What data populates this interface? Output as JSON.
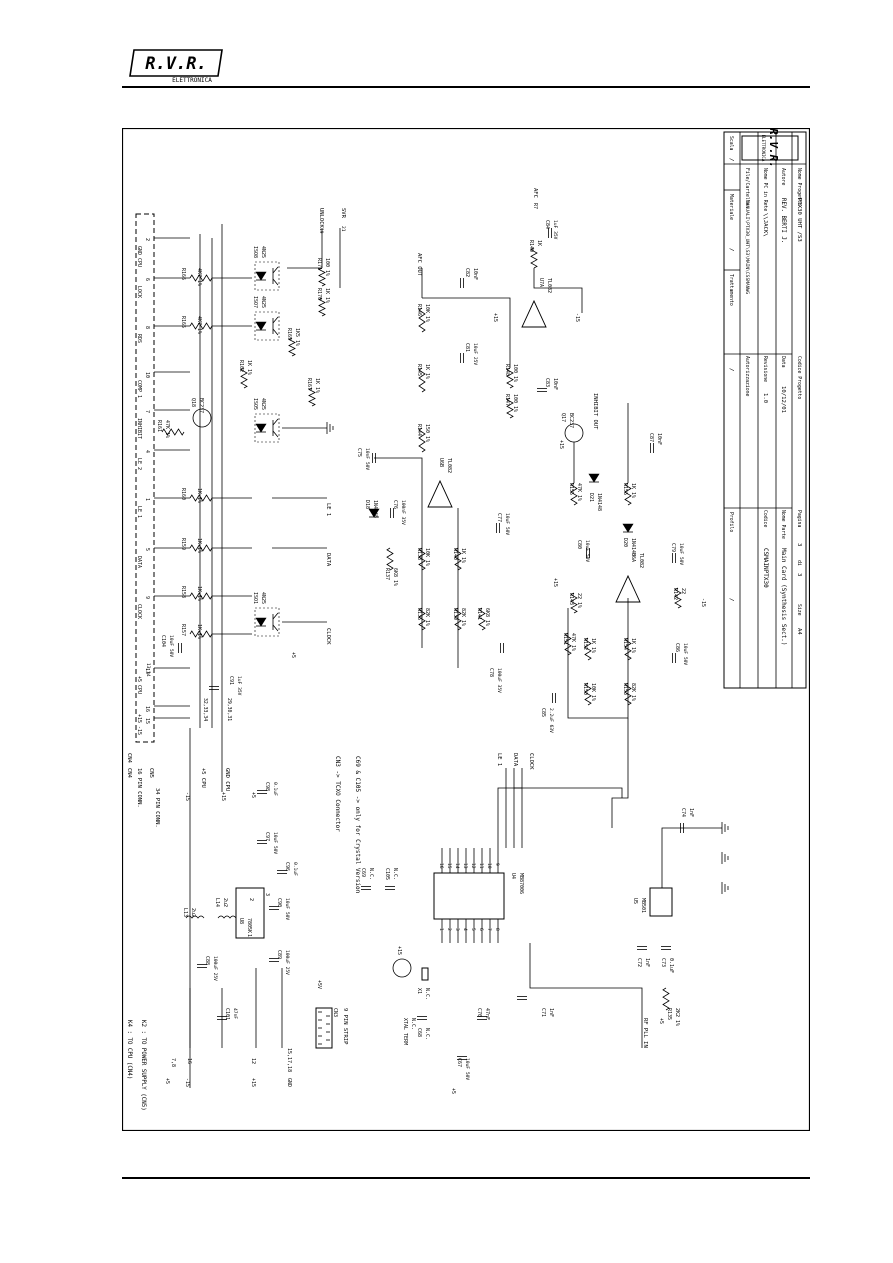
{
  "header": {
    "brand": "R.V.R.",
    "brand_sub": "ELETTRONICA"
  },
  "title_block": {
    "brand": "R.V.R.",
    "brand_sub": "ELETTRONICA",
    "project_label": "Nome Progetto",
    "project": "PTX30 UHT /S3",
    "code_project_label": "Codice Progetto",
    "page_label": "Pagina",
    "page": "3",
    "of_label": "di",
    "page_total": "3",
    "size_label": "Size",
    "size": "A4",
    "author_label": "Autore",
    "author": "REV. BERTI J.",
    "date_label": "Data",
    "date": "10/12/01",
    "part_name_label": "Nome Parte",
    "part_name": "Main Card (Synthesis Sect.)",
    "pc_name_label": "Nome PC in Rete",
    "pc_name": "\\\\JACK\\",
    "revision_label": "Revisione",
    "revision": "1.0",
    "file_label": "File/Cartella",
    "file": "MANUALI\\PTX30_UHT\\S3\\MAIN\\CSSMANWG",
    "authorization_label": "Autorizzazione",
    "code_label": "Codice",
    "code": "CSMAINPTX30",
    "scale_label": "Scala",
    "scale": "/",
    "material_label": "Materiale",
    "material": "/",
    "treatment_label": "Trattamento",
    "treatment": "/",
    "profile_label": "Profilo",
    "profile": "/"
  },
  "connector_top": {
    "name": "CN4",
    "title": "16 PIN CONN.",
    "pins": [
      {
        "num": "15",
        "sig": "-15"
      },
      {
        "num": "16",
        "sig": "+15"
      },
      {
        "num": "13",
        "sig": "+5 CPU"
      },
      {
        "num": "9",
        "sig": "CLOCK"
      },
      {
        "num": "5",
        "sig": "DATA"
      },
      {
        "num": "1",
        "sig": "LE 1"
      },
      {
        "num": "4",
        "sig": "LE 2"
      },
      {
        "num": "7",
        "sig": "INHIBIT"
      },
      {
        "num": "10",
        "sig": "COMP 1"
      },
      {
        "num": "8",
        "sig": "RDS"
      },
      {
        "num": "6",
        "sig": "LOCK"
      },
      {
        "num": "2",
        "sig": "GND CPU"
      }
    ],
    "pin_range_a": "1..12",
    "pin_range_b": "13,14"
  },
  "connector_cn5": {
    "name": "CN5",
    "title": "34 PIN CONN.",
    "note1": "K4 : TO CPU (CN4)",
    "note2": "K2 : TO POWER SUPPLY (CN5)",
    "pins_5cpu": "32,33,34",
    "pins_gnd_cpu": "29,30,31",
    "pins_gnd": "15,17,18",
    "pin_78": "7,8",
    "pin_16": "16",
    "pin_12": "12"
  },
  "notes": {
    "cn3": "CN3 -> TCXO Connector",
    "c69": "C69 & C105 -> only for Crystal Version"
  },
  "net_labels": {
    "afc_out": "AFC OUT",
    "afc": "AFC",
    "inhibit_out": "INHIBIT OUT",
    "unlock": "UNLOCK",
    "svr": "SVR",
    "le1": "LE 1",
    "data": "DATA",
    "clock": "CLOCK",
    "rf_pll_in": "RF PLL IN",
    "plus5v": "+5V",
    "plus5": "+5",
    "plus15": "+15",
    "minus15": "-15",
    "plus5cpu": "+5 CPU",
    "gndcpu": "GND CPU",
    "gnd": "GND",
    "xtal_term": "XTAL TERM",
    "strip": "9 PIN STRIP",
    "nc": "N.C."
  },
  "components": {
    "resistors": [
      {
        "ref": "R166",
        "val": "4K7 1%"
      },
      {
        "ref": "R165",
        "val": "4K7 1%"
      },
      {
        "ref": "R162",
        "val": "1K 1%"
      },
      {
        "ref": "R161",
        "val": "47K 1%"
      },
      {
        "ref": "R160",
        "val": "1K 1%"
      },
      {
        "ref": "R159",
        "val": "1K 1%"
      },
      {
        "ref": "R158",
        "val": "1K 1%"
      },
      {
        "ref": "R157",
        "val": "1K 1%"
      },
      {
        "ref": "R171",
        "val": "100 1%"
      },
      {
        "ref": "R170",
        "val": "1K 1%"
      },
      {
        "ref": "R169",
        "val": "1K5 1%"
      },
      {
        "ref": "R167",
        "val": "1K 1%"
      },
      {
        "ref": "R146",
        "val": "10K 1%"
      },
      {
        "ref": "R145",
        "val": "1K 1%"
      },
      {
        "ref": "R144",
        "val": "150 1%"
      },
      {
        "ref": "R148",
        "val": "100 1%"
      },
      {
        "ref": "R147",
        "val": "100 1%"
      },
      {
        "ref": "R149",
        "val": "1K"
      },
      {
        "ref": "R155",
        "val": "47K 1%"
      },
      {
        "ref": "R156",
        "val": "1K 1%"
      },
      {
        "ref": "R137",
        "val": "6K8 1%"
      },
      {
        "ref": "R138",
        "val": "10K 1%"
      },
      {
        "ref": "R140",
        "val": "1K 1%"
      },
      {
        "ref": "R136",
        "val": "82K 1%"
      },
      {
        "ref": "R139",
        "val": "82K 1%"
      },
      {
        "ref": "R141",
        "val": "6K8 1%"
      },
      {
        "ref": "R143",
        "val": "22 1%"
      },
      {
        "ref": "R142",
        "val": "22"
      },
      {
        "ref": "R151",
        "val": "47K 1%"
      },
      {
        "ref": "R152",
        "val": "1K 1%"
      },
      {
        "ref": "R150",
        "val": "10K 1%"
      },
      {
        "ref": "R154",
        "val": "1K 1%"
      },
      {
        "ref": "R153",
        "val": "82K 1%"
      },
      {
        "ref": "R135",
        "val": "2K2 1%"
      }
    ],
    "capacitors": [
      {
        "ref": "C104",
        "val": "10uF 50V"
      },
      {
        "ref": "C91",
        "val": "1uF 35V"
      },
      {
        "ref": "C75",
        "val": "10nF 50V"
      },
      {
        "ref": "C76",
        "val": "100nF 35V"
      },
      {
        "ref": "C82",
        "val": "10nF"
      },
      {
        "ref": "C81",
        "val": "10uF 25V"
      },
      {
        "ref": "C83",
        "val": "10nF"
      },
      {
        "ref": "C84",
        "val": "1uF 35V"
      },
      {
        "ref": "C87",
        "val": "10nF"
      },
      {
        "ref": "C77",
        "val": "10uF 50V"
      },
      {
        "ref": "C78",
        "val": "100uF 35V"
      },
      {
        "ref": "C80",
        "val": "10uF 50V"
      },
      {
        "ref": "C79",
        "val": "10uF 50V"
      },
      {
        "ref": "C85",
        "val": "2.2uF 63V"
      },
      {
        "ref": "C86",
        "val": "10uF 50V"
      },
      {
        "ref": "C98",
        "val": "0.1uF"
      },
      {
        "ref": "C97",
        "val": "10uF 50V"
      },
      {
        "ref": "C96",
        "val": "0.1uF"
      },
      {
        "ref": "C90",
        "val": "10uF 50V"
      },
      {
        "ref": "C89",
        "val": "100uF 25V"
      },
      {
        "ref": "C88",
        "val": "100uF 25V"
      },
      {
        "ref": "C101",
        "val": "47nF"
      },
      {
        "ref": "C69",
        "val": "N.C."
      },
      {
        "ref": "C105",
        "val": "N.C."
      },
      {
        "ref": "C68",
        "val": "N.C."
      },
      {
        "ref": "C67",
        "val": "10uF 50V"
      },
      {
        "ref": "C70",
        "val": "47nF"
      },
      {
        "ref": "C71",
        "val": "1nF"
      },
      {
        "ref": "C72",
        "val": "1nF"
      },
      {
        "ref": "C73",
        "val": "0.1uF"
      },
      {
        "ref": "C74",
        "val": "1nF"
      }
    ],
    "inductors": [
      {
        "ref": "L13",
        "val": "2u2"
      },
      {
        "ref": "L14",
        "val": "2u2"
      }
    ],
    "semis": [
      {
        "ref": "ISO8",
        "val": "4N25"
      },
      {
        "ref": "ISO7",
        "val": "4N25"
      },
      {
        "ref": "ISO5",
        "val": "4N25"
      },
      {
        "ref": "ISO1",
        "val": "4N25"
      },
      {
        "ref": "Q18",
        "val": "BC237"
      },
      {
        "ref": "Q17",
        "val": "BC237"
      },
      {
        "ref": "D18",
        "val": "1N4148"
      },
      {
        "ref": "D21",
        "val": "1N4148"
      },
      {
        "ref": "D20",
        "val": "1N4148"
      },
      {
        "ref": "U7A",
        "val": "TL082"
      },
      {
        "ref": "U6B",
        "val": "TL082"
      },
      {
        "ref": "U6A",
        "val": "TL082"
      },
      {
        "ref": "U4",
        "val": "MB87006"
      },
      {
        "ref": "U5",
        "val": "MB501"
      },
      {
        "ref": "U8",
        "val": "7805K"
      },
      {
        "ref": "X1",
        "val": "N.C."
      },
      {
        "ref": "CN3",
        "val": "9 PIN STRIP"
      }
    ]
  }
}
